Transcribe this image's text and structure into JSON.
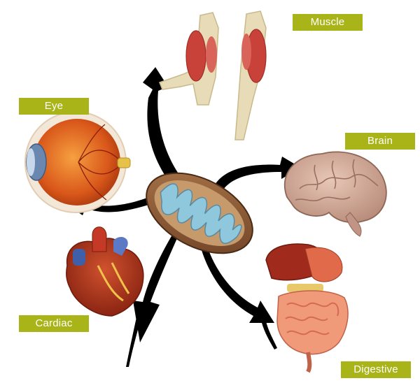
{
  "labels": {
    "muscle": "Muscle",
    "eye": "Eye",
    "brain": "Brain",
    "cardiac": "Cardiac",
    "digestive": "Digestive"
  },
  "colors": {
    "label_background": "#a8b418",
    "label_text": "#ffffff",
    "arrow": "#000000",
    "mitochondrion_outer": "#8a5a34",
    "mitochondrion_inner": "#8fc7dc"
  },
  "icons": [
    "mitochondrion-icon",
    "muscle-icon",
    "eye-icon",
    "brain-icon",
    "heart-icon",
    "digestive-system-icon"
  ]
}
